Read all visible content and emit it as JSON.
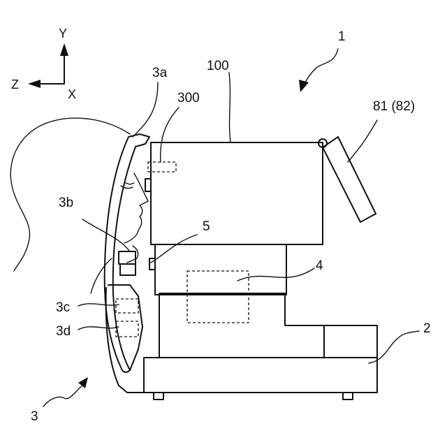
{
  "axes": {
    "y": "Y",
    "z": "Z",
    "x": "X"
  },
  "labels": {
    "device": "1",
    "base": "2",
    "face_support": "3",
    "forehead_rest": "3a",
    "chin_rest": "3b",
    "part_3c": "3c",
    "part_3d": "3d",
    "measurement_head": "100",
    "sensor": "300",
    "drive_unit": "4",
    "window": "5",
    "panel": "81 (82)"
  }
}
